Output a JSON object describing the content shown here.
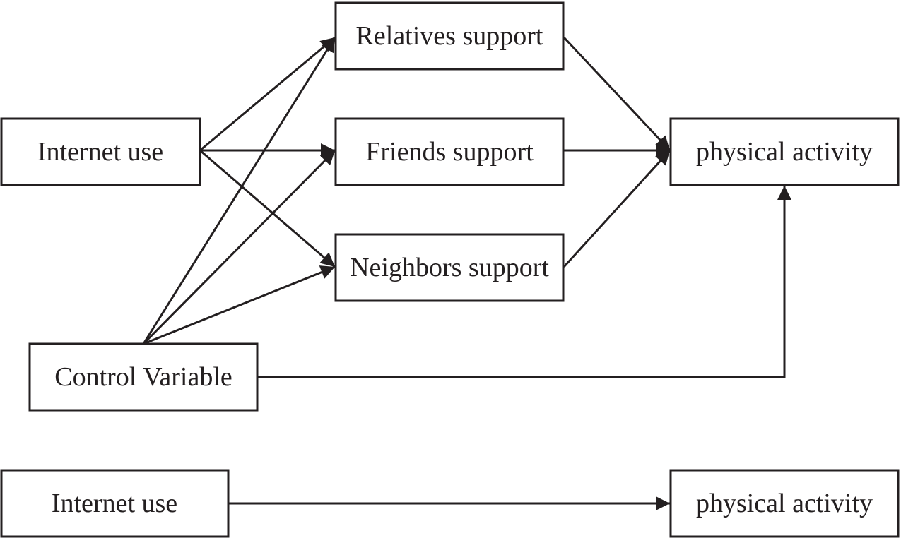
{
  "diagram": {
    "nodes": {
      "internet_use": "Internet use",
      "relatives_support": "Relatives support",
      "friends_support": "Friends support",
      "neighbors_support": "Neighbors support",
      "control_variable": "Control Variable",
      "physical_activity": "physical activity",
      "internet_use_direct": "Internet use",
      "physical_activity_direct": "physical activity"
    },
    "edges": [
      {
        "from": "internet_use",
        "to": "relatives_support"
      },
      {
        "from": "internet_use",
        "to": "friends_support"
      },
      {
        "from": "internet_use",
        "to": "neighbors_support"
      },
      {
        "from": "control_variable",
        "to": "relatives_support"
      },
      {
        "from": "control_variable",
        "to": "friends_support"
      },
      {
        "from": "control_variable",
        "to": "neighbors_support"
      },
      {
        "from": "relatives_support",
        "to": "physical_activity"
      },
      {
        "from": "friends_support",
        "to": "physical_activity"
      },
      {
        "from": "neighbors_support",
        "to": "physical_activity"
      },
      {
        "from": "control_variable",
        "to": "physical_activity"
      },
      {
        "from": "internet_use_direct",
        "to": "physical_activity_direct"
      }
    ],
    "line_color": "#231f20"
  }
}
